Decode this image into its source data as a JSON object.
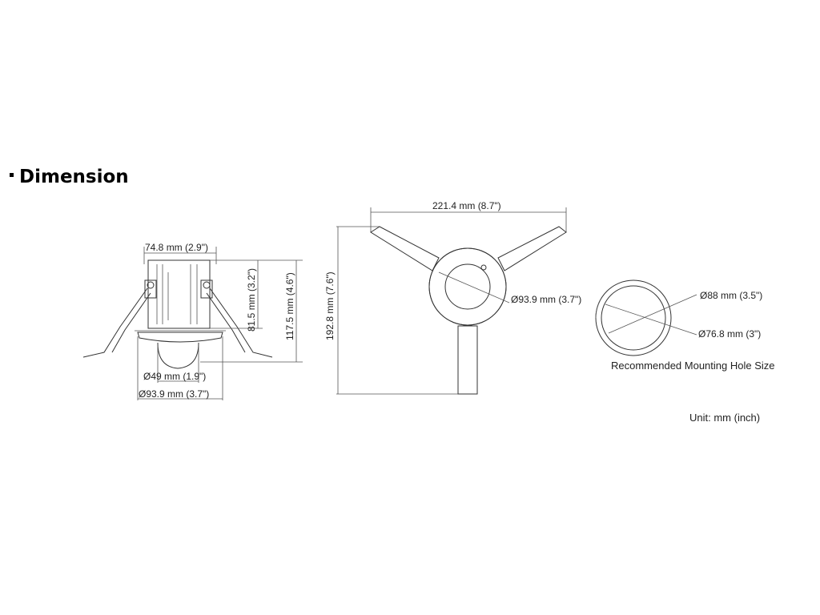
{
  "section_title": "Dimension",
  "camera_side": {
    "top_width": "74.8 mm (2.9\")",
    "body_height": "81.5 mm (3.2\")",
    "total_height": "117.5 mm (4.6\")",
    "dome_diameter": "Ø49 mm (1.9\")",
    "flange_diameter": "Ø93.9 mm (3.7\")"
  },
  "camera_top": {
    "span_width": "221.4 mm (8.7\")",
    "span_height": "192.8 mm (7.6\")",
    "ring_diameter": "Ø93.9 mm (3.7\")"
  },
  "mounting_hole": {
    "outer_diameter": "Ø88 mm (3.5\")",
    "inner_diameter": "Ø76.8 mm (3\")",
    "caption": "Recommended Mounting Hole Size"
  },
  "unit_note": "Unit: mm (inch)"
}
